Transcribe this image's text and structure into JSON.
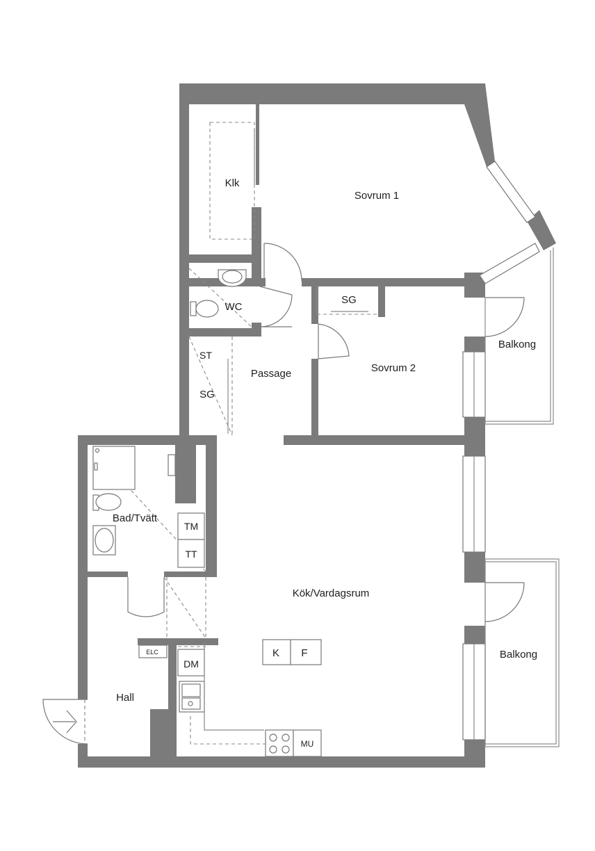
{
  "labels": {
    "klk": "Klk",
    "sovrum1": "Sovrum 1",
    "sg1": "SG",
    "wc": "WC",
    "st": "ST",
    "sg2": "SG",
    "passage": "Passage",
    "sovrum2": "Sovrum 2",
    "balkong1": "Balkong",
    "bad": "Bad/Tvätt",
    "tm": "TM",
    "tt": "TT",
    "kok": "Kök/Vardagsrum",
    "k": "K",
    "f": "F",
    "balkong2": "Balkong",
    "elc": "ELC",
    "dm": "DM",
    "hall": "Hall",
    "mu": "MU"
  }
}
